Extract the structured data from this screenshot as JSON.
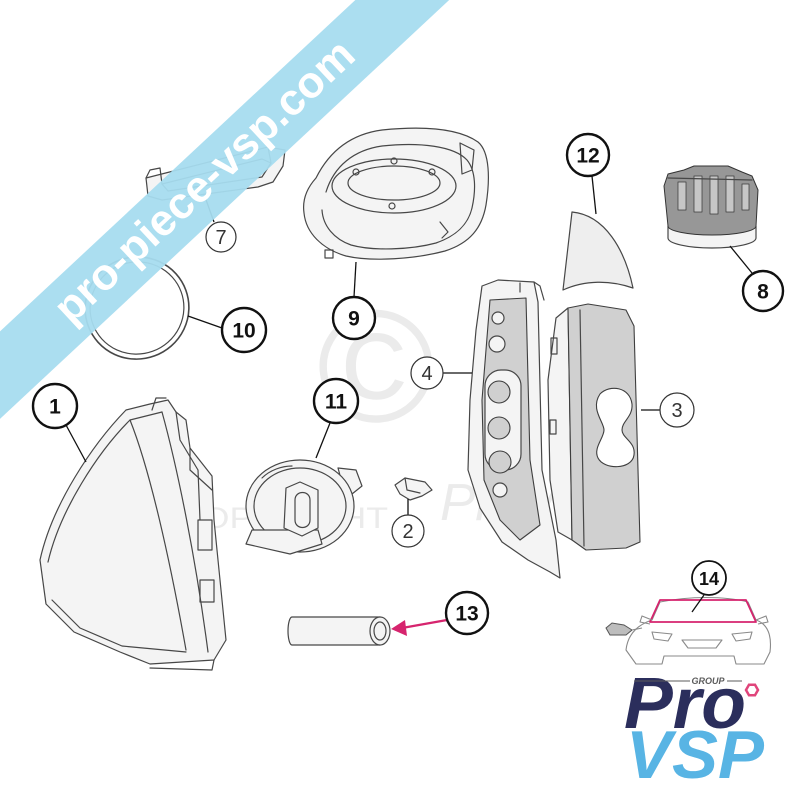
{
  "banner": {
    "text": "pro-piece-vsp.com",
    "color": "#a7dcef"
  },
  "watermark": {
    "symbol": "©",
    "copyright_text": "COPYRIGHT",
    "brand_text": "ProVSP"
  },
  "callouts": [
    {
      "label": "1"
    },
    {
      "label": "2"
    },
    {
      "label": "3"
    },
    {
      "label": "4"
    },
    {
      "label": "7"
    },
    {
      "label": "8"
    },
    {
      "label": "9"
    },
    {
      "label": "10"
    },
    {
      "label": "11"
    },
    {
      "label": "12"
    },
    {
      "label": "13"
    },
    {
      "label": "14"
    }
  ],
  "logo": {
    "group_text": "GROUP",
    "pro_text": "Pro",
    "vsp_text": "VSP",
    "pro_color": "#2b2e5c",
    "vsp_color": "#58b4e4",
    "accent_color": "#e0457b"
  },
  "colors": {
    "highlight_arrow": "#d6246e"
  }
}
